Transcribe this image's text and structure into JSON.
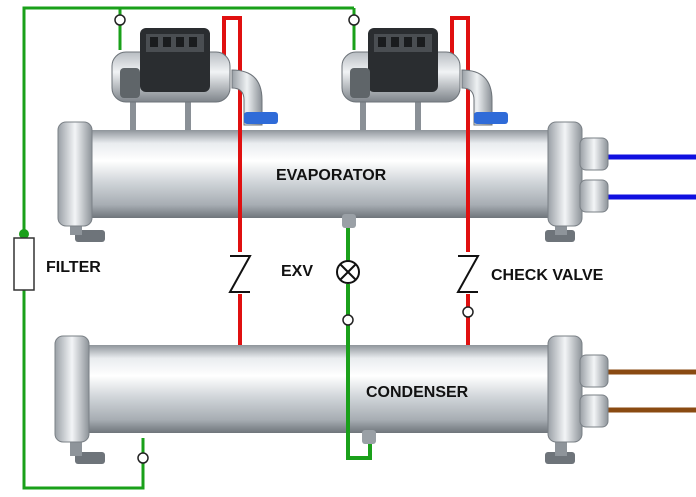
{
  "labels": {
    "evaporator": "EVAPORATOR",
    "condenser": "CONDENSER",
    "filter": "FILTER",
    "exv": "EXV",
    "check_valve": "CHECK VALVE"
  },
  "colors": {
    "liquid_line": "#1aa01a",
    "discharge_line": "#e01010",
    "chilled_water": "#1010e0",
    "condenser_water": "#8a4a12",
    "shell": "#d8dce0",
    "text": "#111111"
  },
  "icons": [
    "compressor-icon",
    "expansion-valve-icon",
    "check-valve-icon",
    "filter-icon"
  ]
}
